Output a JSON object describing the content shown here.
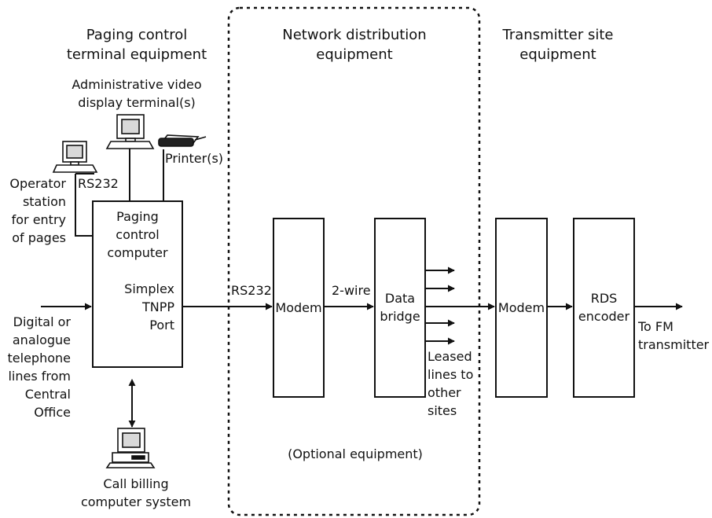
{
  "sections": {
    "terminal": [
      "Paging control",
      "terminal equipment"
    ],
    "network": [
      "Network distribution",
      "equipment"
    ],
    "transmitter": [
      "Transmitter site",
      "equipment"
    ]
  },
  "labels": {
    "admin_vdt": [
      "Administrative video",
      "display terminal(s)"
    ],
    "printers": "Printer(s)",
    "operator": [
      "Operator",
      "station",
      "for entry",
      "of pages"
    ],
    "rs232_operator": "RS232",
    "paging_computer": [
      "Paging",
      "control",
      "computer"
    ],
    "tnpp": [
      "Simplex",
      "TNPP",
      "Port"
    ],
    "phone_lines": [
      "Digital or",
      "analogue",
      "telephone",
      "lines from",
      "Central",
      "Office"
    ],
    "billing": [
      "Call billing",
      "computer system"
    ],
    "rs232_network": "RS232",
    "modem_network": "Modem",
    "two_wire": "2-wire",
    "data_bridge": [
      "Data",
      "bridge"
    ],
    "leased": [
      "Leased",
      "lines to",
      "other",
      "sites"
    ],
    "optional": "(Optional equipment)",
    "modem_tx": "Modem",
    "rds": [
      "RDS",
      "encoder"
    ],
    "to_fm": [
      "To FM",
      "transmitter"
    ]
  },
  "colors": {
    "ink": "#111111",
    "screen": "#d9d9d9",
    "background": "#ffffff"
  },
  "icons": {
    "operator_terminal": "computer-terminal-icon",
    "admin_terminal": "computer-terminal-icon",
    "printer": "printer-icon",
    "billing_computer": "desktop-computer-icon"
  }
}
